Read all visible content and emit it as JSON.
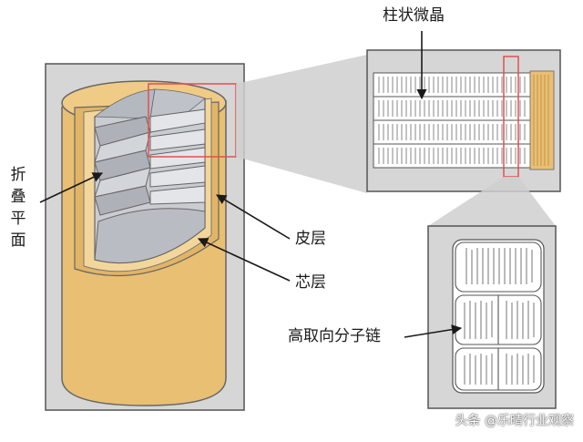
{
  "labels": {
    "columnar_crystal": "柱状微晶",
    "folded_plane": "折叠平面",
    "skin_layer": "皮层",
    "core_layer": "芯层",
    "oriented_chains": "高取向分子链"
  },
  "watermark": "头条 @乐晴行业观察",
  "colors": {
    "panel_bg": "#d6d6d6",
    "fiber_shell": "#e9bf73",
    "fiber_shell_light": "#f3d69b",
    "core_gray": "#c9ccd1",
    "highlight_red": "#e05050",
    "arrow": "#1a1a1a"
  }
}
